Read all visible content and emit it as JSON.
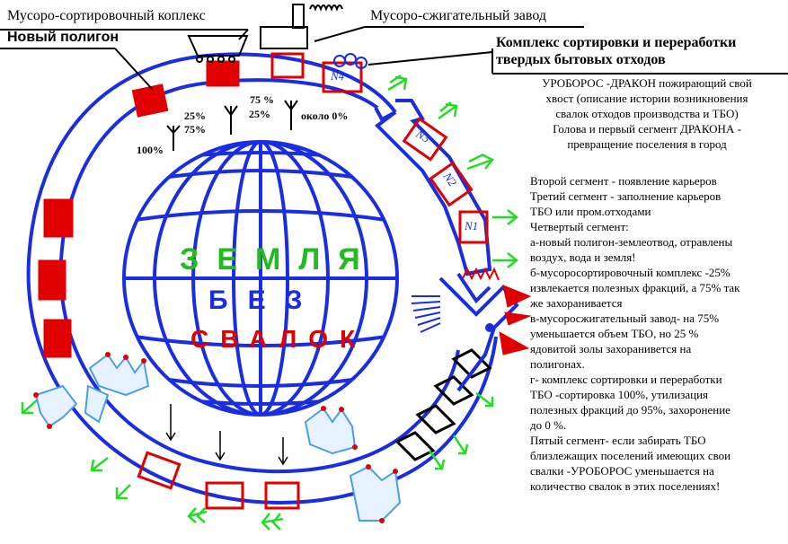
{
  "labels": {
    "sorting_complex": "Мусоро-сортировочный коплекс",
    "incinerator": "Мусоро-сжигательный завод",
    "new_polygon": "Новый полигон",
    "complex_line1": "Комплекс сортировки и переработки",
    "complex_line2": "твердых бытовых отходов"
  },
  "segments": [
    "N4",
    "N3",
    "N2",
    "N1"
  ],
  "percents": {
    "p100": "100%",
    "p25a": "25%",
    "p75a": "75%",
    "p75b": "75 %",
    "p25b": "25%",
    "p0": "около 0%"
  },
  "globe_words": {
    "w1": [
      "З",
      "Е",
      "М",
      "Л",
      "Я"
    ],
    "w2": [
      "Б",
      "Е",
      "З"
    ],
    "w3": [
      "С",
      "В",
      "А",
      "Л",
      "О",
      "К"
    ]
  },
  "right_text": {
    "head": [
      "УРОБОРОС -ДРАКОН пожирающий свой",
      "хвост  (описание истории возникновения",
      "свалок отходов производства и ТБО)",
      "Голова и первый сегмент ДРАКОНА -",
      "превращение поселения в город"
    ],
    "body": [
      "Второй сегмент - появление карьеров",
      "Третий сегмент - заполнение карьеров",
      "ТБО или пром.отходами",
      "Четвертый сегмент:",
      "а-новый полигон-землеотвод, отравлены",
      "воздух, вода и земля!",
      "б-мусоросортировочный комплекс -25%",
      "извлекается полезных фракций, а 75% так",
      "же захоранивается",
      "в-мусоросжигательный завод- на 75%",
      "уменьшается объем ТБО, но 25 %",
      "ядовитой золы захоранивется на",
      "полигонах.",
      "г- комплекс сортировки и переработки",
      "ТБО -сортировка 100%, утилизация",
      "полезных фракций до 95%, захоронение",
      "до 0 %.",
      "Пятый сегмент- если забирать ТБО",
      "близлежащих поселений имеющих свои",
      "свалки -УРОБОРОС уменьшается на",
      "количество свалок в этих поселениях!"
    ]
  },
  "colors": {
    "ring": "#1a2ee0",
    "red": "#e00000",
    "green": "#22dd22",
    "lightblue": "#4a9ee8",
    "black": "#000000"
  }
}
